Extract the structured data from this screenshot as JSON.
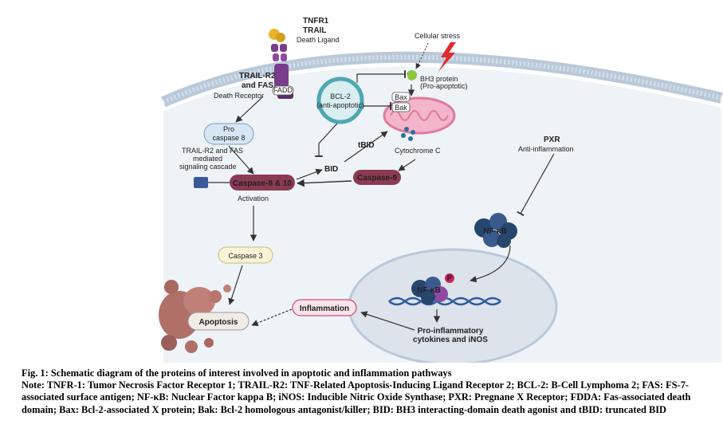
{
  "labels": {
    "tnfr1": "TNFR1",
    "trail": "TRAIL",
    "death_ligand": "Death Ligand",
    "trail_r2_fas_1": "TRAIL-R2",
    "trail_r2_fas_2": "and FAS",
    "death_receptor": "Death Receptor",
    "fadd": "FADD",
    "pro_caspase8_1": "Pro",
    "pro_caspase8_2": "caspase 8",
    "cascade_1": "TRAIL-R2 and FAS",
    "cascade_2": "mediated",
    "cascade_3": "signaling cascade",
    "caspase_8_10": "Caspase-8 & 10",
    "activation": "Activation",
    "caspase3": "Caspase 3",
    "apoptosis": "Apoptosis",
    "bcl2_1": "BCL-2",
    "bcl2_2": "(anti-apoptotic)",
    "cellular_stress": "Cellular stress",
    "bh3_1": "BH3 protein",
    "bh3_2": "(Pro-apoptotic)",
    "bax": "Bax",
    "bak": "Bak",
    "tbid": "tBID",
    "bid": "BID",
    "cytochrome_c": "Cytochrome C",
    "caspase9": "Caspase-9",
    "pxr": "PXR",
    "anti_inflammation": "Anti-inflammation",
    "nfkb": "NF-κB",
    "nfkb_nuclear": "NF-κB",
    "phospho": "P",
    "inflammation": "Inflammation",
    "cytokines_1": "Pro-inflammatory",
    "cytokines_2": "cytokines and iNOS"
  },
  "colors": {
    "membrane": "#b9c9d9",
    "cytoplasm": "#eef3f8",
    "nucleus": "#dde3ea",
    "caspase": "#8b3a52",
    "bcl2": "#4fa7b0",
    "mito": "#e07a9e",
    "nfkb": "#27466e",
    "bid": "#d13a6a",
    "tbid": "#e6a020",
    "inflammation": "#c8245a",
    "pxr_arrow": "#333333"
  },
  "caption": {
    "title": "Fig. 1: Schematic diagram of the proteins of interest involved in apoptotic and inflammation pathways",
    "note": "Note: TNFR-1: Tumor Necrosis Factor Receptor 1; TRAIL-R2: TNF-Related Apoptosis-Inducing Ligand Receptor 2; BCL-2: B-Cell Lymphoma 2; FAS: FS-7-associated surface antigen; NF-κB: Nuclear Factor kappa B; iNOS: Inducible Nitric Oxide Synthase; PXR: Pregnane X Receptor; FDDA: Fas-associated death domain; Bax: Bcl-2-associated X protein; Bak: Bcl-2 homologous antagonist/killer; BID: BH3 interacting-domain death agonist and tBID: truncated BID"
  }
}
